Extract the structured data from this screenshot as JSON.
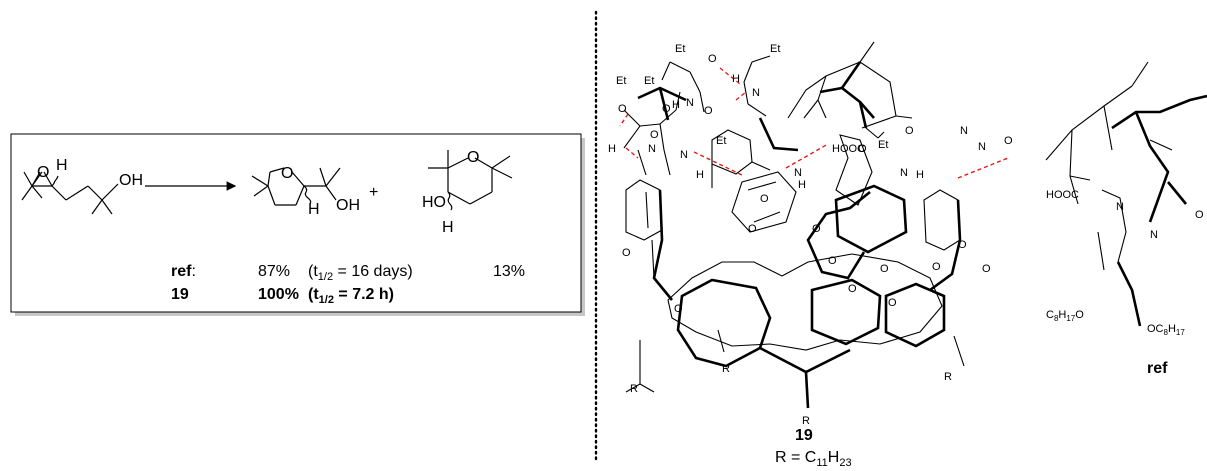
{
  "reaction": {
    "reactant_oh": "OH",
    "reactant_o": "O",
    "reactant_h": "H",
    "product1_o": "O",
    "product1_oh": "OH",
    "product1_h": "H",
    "plus": "+",
    "product2_o": "O",
    "product2_ho": "HO",
    "product2_h": "H"
  },
  "results": [
    {
      "catalyst": "ref",
      "catalyst_suffix": ":",
      "yield1": "87%",
      "half_life": "(t",
      "half_sub": "1/2",
      "half_val": " = 16 days)",
      "yield2": "13%"
    },
    {
      "catalyst": "19",
      "catalyst_suffix": "",
      "yield1": "100%",
      "half_life": "(t",
      "half_sub": "1/2",
      "half_val": " = 7.2 h)",
      "yield2": ""
    }
  ],
  "structure_19": {
    "label": "19",
    "r_def_prefix": "R = C",
    "r_sub1": "11",
    "r_mid": "H",
    "r_sub2": "23",
    "atoms": {
      "et": "Et",
      "o": "O",
      "n": "N",
      "h": "H",
      "nh": "N–H",
      "hooc": "HOOC",
      "r": "R",
      "oh": "O–H"
    }
  },
  "structure_ref": {
    "label": "ref",
    "hooc": "HOOC",
    "n": "N",
    "o": "O",
    "oc8_left": "C",
    "oc8_left_sub": "8",
    "oc8_left_mid": "H",
    "oc8_left_sub2": "17",
    "oc8_left_o": "O",
    "oc8_right": "OC",
    "oc8_right_sub": "8",
    "oc8_right_mid": "H",
    "oc8_right_sub2": "17"
  }
}
